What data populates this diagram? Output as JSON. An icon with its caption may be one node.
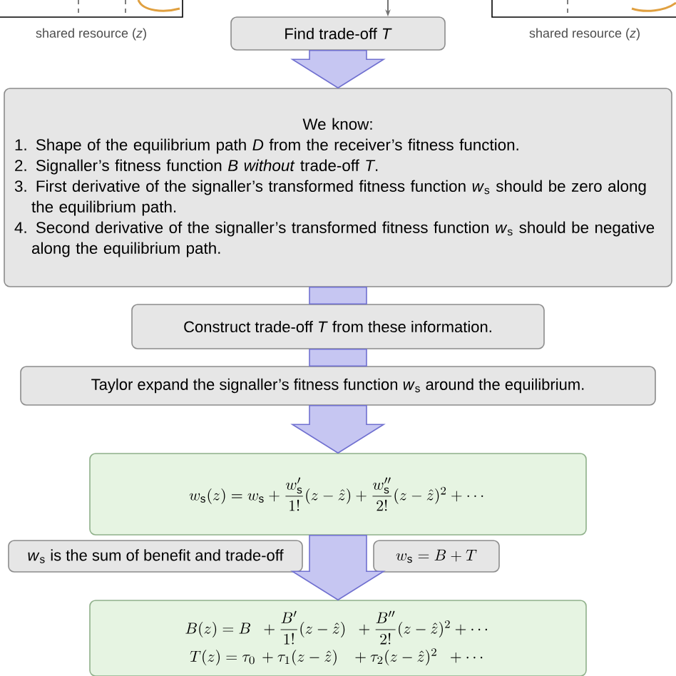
{
  "diagram": {
    "nodes": [
      {
        "text": [
          "Find trade-off *T*"
        ]
      },
      {
        "text": [
          "We know:",
          "1. Shape of the equilibrium path *D* from the receiver’s fitness function.",
          "2. Signaller’s fitness function *B* *without* trade-off *T*.",
          "3. First derivative of the signaller’s transformed fitness function *w*$_{s}$ should be zero along the equilibrium path.",
          "4. Second derivative of the signaller’s transformed fitness function *w*$_{s}$ should be negative along the equilibrium path."
        ]
      },
      {
        "text": [
          "Construct trade-off *T* from these information."
        ]
      },
      {
        "text": [
          "Taylor expand the signaller’s fitness function *w*$_{s}$ around the equilibrium."
        ]
      },
      {
        "text": [
          "w_{\\mathrm{s}}(z) = w_{\\mathrm{s}} + \\dfrac{w_{\\mathrm{s}}'}{1!}(z-\\hat{z}) + \\dfrac{w_{\\mathrm{s}}''}{2!}(z-\\hat{z})^2 + \\cdots"
        ]
      },
      {
        "text": [
          "*w*$_{s}$ is the sum of benefit and trade-off"
        ]
      },
      {
        "text": [
          "w_{\\mathrm{s}} = B + T"
        ]
      },
      {
        "text": [
          "B(z) = B \\;\\; + \\dfrac{B'}{1!}(z-\\hat{z}) \\;\\; + \\dfrac{B''}{2!}(z-\\hat{z})^2 + \\cdots",
          "T(z) = \\tau_0 \\, + \\tau_1(z-\\hat{z}) \\;\\;\\; + \\tau_2(z-\\hat{z})^2 \\;\\; + \\cdots"
        ]
      }
    ],
    "edges": [
      {
        "from": null,
        "to": 0,
        "arrow": "to",
        "color": "#737373"
      },
      {
        "from": 0,
        "to": 1,
        "arrow": "to"
      },
      {
        "from": 1,
        "to": 2,
        "arrow": "none"
      },
      {
        "from": 2,
        "to": 3,
        "arrow": "none"
      },
      {
        "from": 3,
        "to": 4,
        "arrow": "to"
      },
      {
        "from": 4,
        "to": 7,
        "arrow": "to"
      }
    ],
    "labels": [
      "shared resource (*z*)",
      "shared resource (*z*)"
    ]
  }
}
